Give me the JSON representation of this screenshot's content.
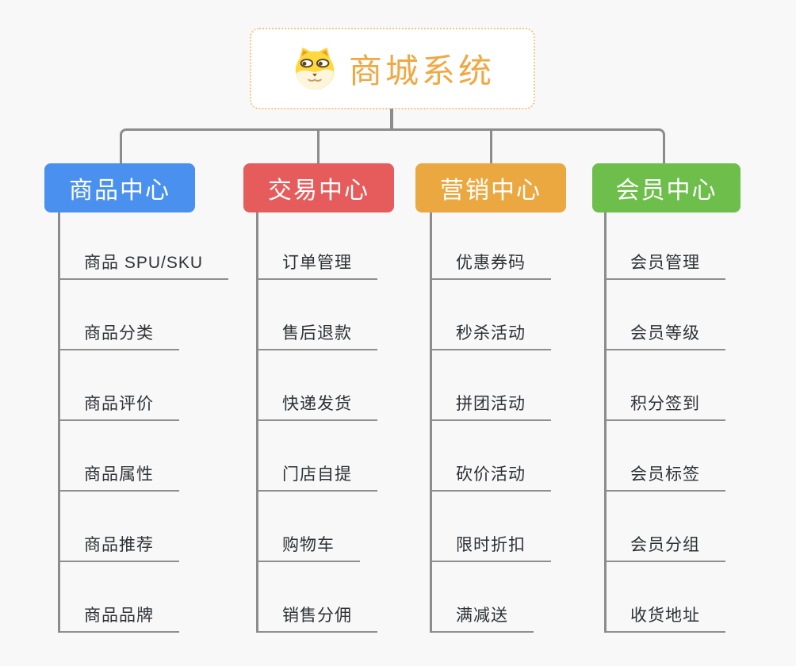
{
  "root": {
    "title": "商城系统",
    "icon": "doge-icon"
  },
  "branches": [
    {
      "label": "商品中心",
      "color": "#4a90ee",
      "children": [
        "商品 SPU/SKU",
        "商品分类",
        "商品评价",
        "商品属性",
        "商品推荐",
        "商品品牌"
      ]
    },
    {
      "label": "交易中心",
      "color": "#e65c5c",
      "children": [
        "订单管理",
        "售后退款",
        "快递发货",
        "门店自提",
        "购物车",
        "销售分佣"
      ]
    },
    {
      "label": "营销中心",
      "color": "#eca840",
      "children": [
        "优惠券码",
        "秒杀活动",
        "拼团活动",
        "砍价活动",
        "限时折扣",
        "满减送"
      ]
    },
    {
      "label": "会员中心",
      "color": "#6ebe4b",
      "children": [
        "会员管理",
        "会员等级",
        "积分签到",
        "会员标签",
        "会员分组",
        "收货地址"
      ]
    }
  ],
  "colors": {
    "background": "#f8f8f8",
    "connector": "#8c8c8c",
    "leaf_underline": "#8f8f8f",
    "leaf_text": "#2e3135",
    "root_text": "#f0a843",
    "root_border": "#f3c685"
  }
}
